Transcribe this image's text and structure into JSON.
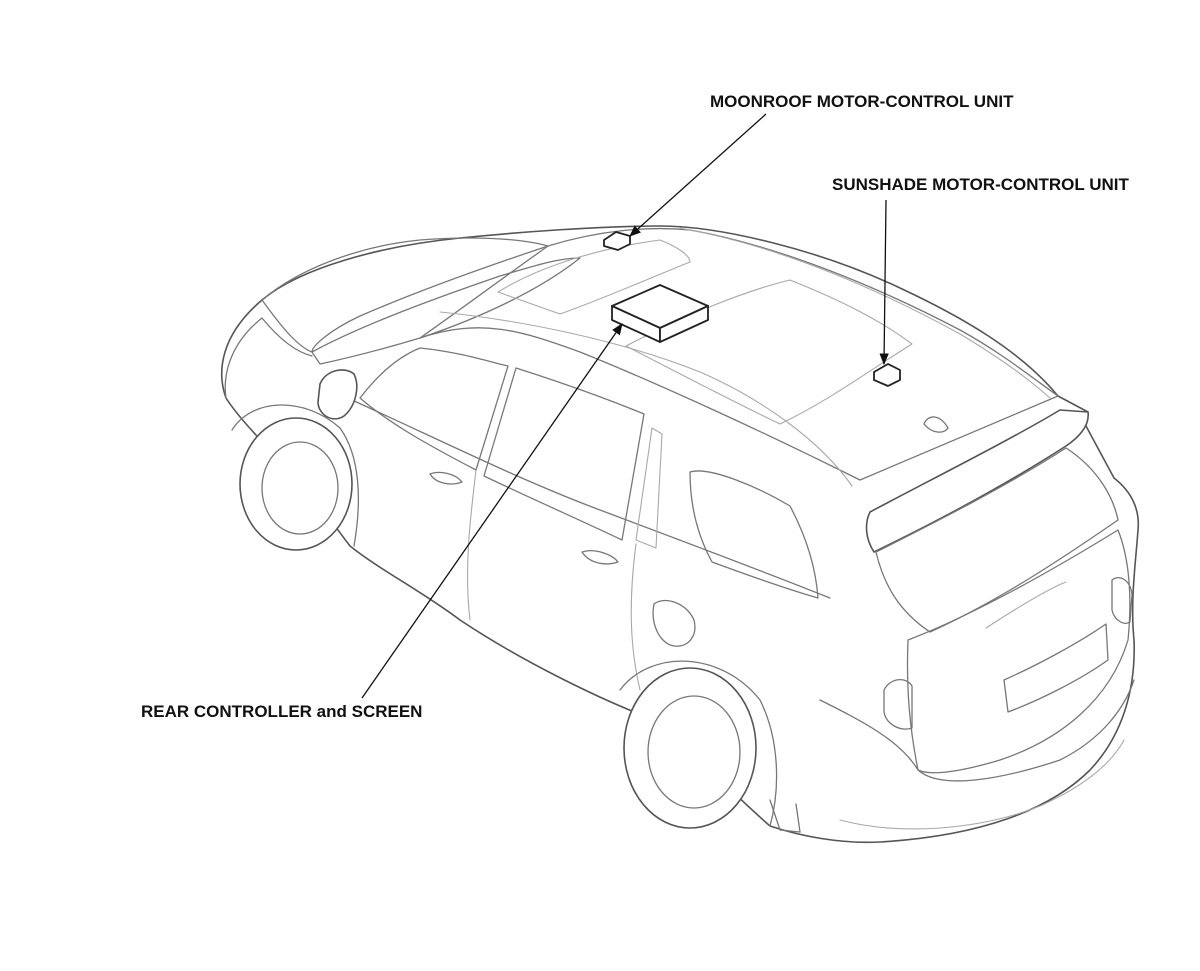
{
  "diagram": {
    "callouts": {
      "moonroof_motor_control_unit": "MOONROOF MOTOR-CONTROL UNIT",
      "sunshade_motor_control_unit": "SUNSHADE MOTOR-CONTROL UNIT",
      "rear_controller_and_screen": "REAR CONTROLLER and SCREEN"
    },
    "colors": {
      "line_art": "#555555",
      "leader_line": "#111111",
      "background": "#ffffff"
    }
  }
}
